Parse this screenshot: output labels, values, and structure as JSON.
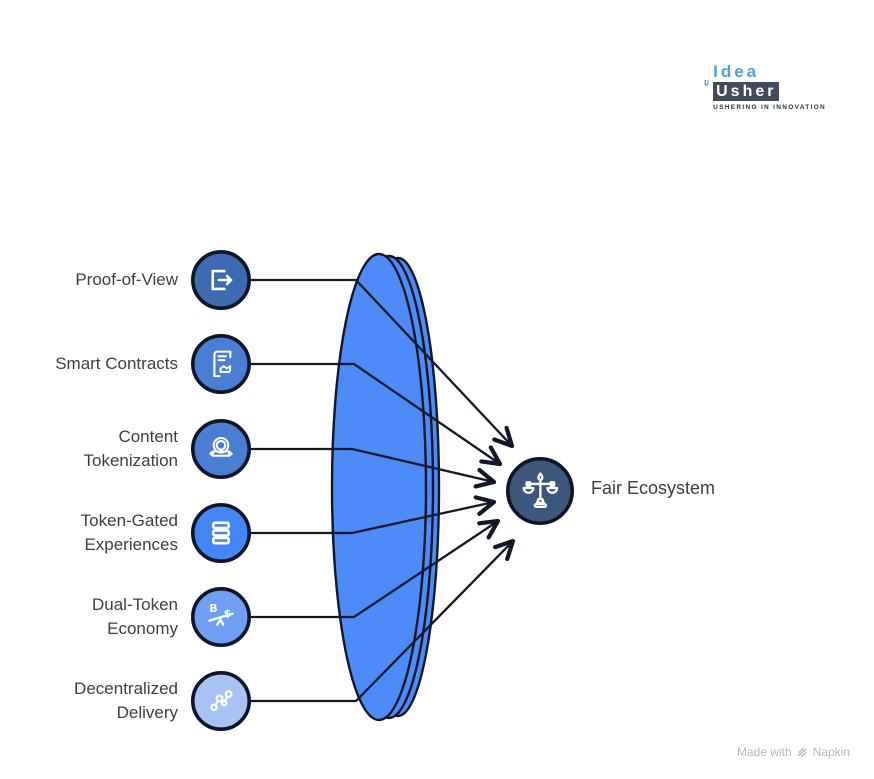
{
  "logo": {
    "brand_top": "Idea",
    "brand_bottom": "Usher",
    "tagline": "USHERING IN INNOVATION"
  },
  "diagram": {
    "nodes": [
      {
        "label": "Proof-of-View",
        "icon": "exit-arrow-icon",
        "color": "#3d6ab1"
      },
      {
        "label": "Smart Contracts",
        "icon": "contract-document-icon",
        "color": "#4a7ed2"
      },
      {
        "label": "Content Tokenization",
        "icon": "token-seal-icon",
        "color": "#4a7ed2"
      },
      {
        "label": "Token-Gated Experiences",
        "icon": "stacked-layers-icon",
        "color": "#4287f5"
      },
      {
        "label": "Dual-Token Economy",
        "icon": "token-balance-icon",
        "color": "#6f9ef2",
        "icon_letters": {
          "left": "B",
          "right": "$"
        }
      },
      {
        "label": "Decentralized Delivery",
        "icon": "network-nodes-icon",
        "color": "#a7c3f6"
      }
    ],
    "target": {
      "label": "Fair Ecosystem",
      "icon": "balance-scales-icon",
      "color": "#3d567c"
    },
    "lens_color": "#4d8bf8",
    "stroke_color": "#101726",
    "label_color": "#3c4043"
  },
  "footer": {
    "made_with": "Made with",
    "brand": "Napkin"
  }
}
